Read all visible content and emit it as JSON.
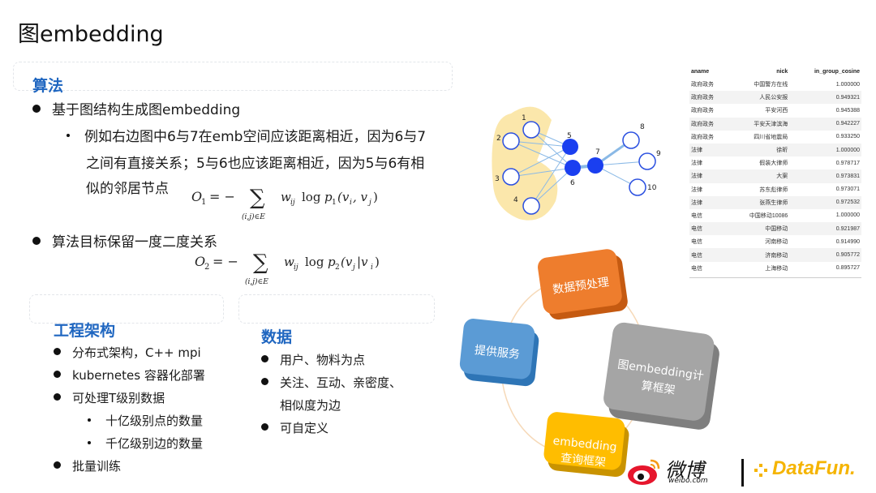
{
  "title": "图embedding",
  "algorithm": {
    "heading": "算法",
    "bullet1": "基于图结构生成图embedding",
    "sub1_line1": "例如右边图中6与7在emb空间应该距离相近，因为6与7",
    "sub1_line2": "之间有直接关系；5与6也应该距离相近，因为5与6有相",
    "sub1_line3": "似的邻居节点",
    "bullet2": "算法目标保留一度二度关系"
  },
  "engineering": {
    "heading": "工程架构",
    "items": [
      "分布式架构，C++ mpi",
      "kubernetes 容器化部署",
      "可处理T级别数据",
      "十亿级别点的数量",
      "千亿级别边的数量",
      "批量训练"
    ]
  },
  "data_section": {
    "heading": "数据",
    "items": [
      "用户、物料为点",
      "关注、互动、亲密度、",
      "相似度为边",
      "可自定义"
    ]
  },
  "graph": {
    "node_labels": [
      "1",
      "2",
      "3",
      "4",
      "5",
      "6",
      "7",
      "8",
      "9",
      "10"
    ],
    "colors": {
      "highlight": "#fbe7ab",
      "filled": "#1a3ff0",
      "outline": "#2a4fe0",
      "edge": "#8ab9e6"
    }
  },
  "table": {
    "headers": [
      "aname",
      "nick",
      "in_group_cosine"
    ],
    "rows": [
      [
        "政府政务",
        "中国警方在线",
        "1.000000"
      ],
      [
        "政府政务",
        "人民公安报",
        "0.949321"
      ],
      [
        "政府政务",
        "平安河西",
        "0.945388"
      ],
      [
        "政府政务",
        "平安天津滨海",
        "0.942227"
      ],
      [
        "政府政务",
        "四川省地震局",
        "0.933250"
      ],
      [
        "法律",
        "徐昕",
        "1.000000"
      ],
      [
        "法律",
        "假装大律师",
        "0.978717"
      ],
      [
        "法律",
        "大案",
        "0.973831"
      ],
      [
        "法律",
        "苏东彪律师",
        "0.973071"
      ],
      [
        "法律",
        "张燕生律师",
        "0.972532"
      ],
      [
        "电信",
        "中国移动10086",
        "1.000000"
      ],
      [
        "电信",
        "中国移动",
        "0.921987"
      ],
      [
        "电信",
        "河南移动",
        "0.914990"
      ],
      [
        "电信",
        "济南移动",
        "0.905772"
      ],
      [
        "电信",
        "上海移动",
        "0.895727"
      ]
    ]
  },
  "cycle": {
    "preprocess": "数据预处理",
    "framework_line1": "图embedding计",
    "framework_line2": "算框架",
    "query_line1": "embedding",
    "query_line2": "查询框架",
    "service": "提供服务",
    "colors": {
      "orange": "#ee7d2d",
      "gray": "#a5a5a5",
      "yellow": "#ffbd00",
      "blue": "#5b9bd5",
      "ring": "#f6d9b8"
    }
  },
  "logos": {
    "weibo_text": "微博",
    "weibo_sub": "weibo.com",
    "datafun_text": "DataFun."
  }
}
